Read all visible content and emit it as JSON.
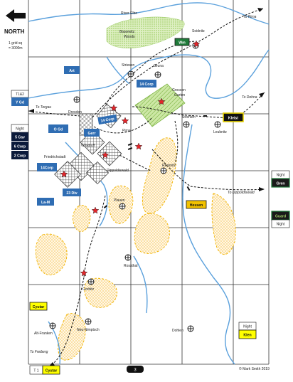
{
  "header": {
    "orientation": "NORTH",
    "scale_line1": "1 grid sq",
    "scale_line2": "= 3000m"
  },
  "places": {
    "river_elbe": "River Elbe",
    "blasewitz": "Blasewitz",
    "woods": "Woods",
    "to_pirna": "To Pirna",
    "soidnitz": "Soidnitz",
    "striesen": "Striesen",
    "gruna": "Gruna",
    "grossen": "Grossen",
    "garten": "Garten",
    "to_dohna": "To Dohna",
    "to_torgau": "To Torgau",
    "dresden": "Dresden",
    "strehlen": "Strehlen",
    "leubnitz": "Leubnitz",
    "pirna_rd": "Pirna",
    "wilsdruff": "Wilsdruff",
    "friedrichstadt": "Friedrichstadt",
    "dippoldiswald": "Dippoldiswald",
    "racknitz": "Racknitz",
    "to_dippoldiswald": "To Dippoldiswald",
    "plauen": "Plauen",
    "gorbitz": "Gorbitz",
    "rossthal": "Rossthal",
    "neu_nimptsch": "Neu-Nimptsch",
    "alt_franken": "Alt-Franken",
    "dohlen": "Dohlen",
    "to_freiberg": "To Freiberg",
    "credit": "© Mark Smith 2019",
    "page_no": "3"
  },
  "units": {
    "wm": "Wm",
    "art": "Art",
    "corp14a": "14 Corp",
    "yg": "Y Gd",
    "og": "O Gd",
    "gerr": "Gerr",
    "corp14b": "14 Corp",
    "cav5": "5 Cav",
    "corp6": "6 Corp",
    "corp2": "2 Corp",
    "corp14c": "14Corp",
    "div23": "23 Div",
    "lam": "La-M",
    "kleist": "Kleist",
    "hessen": "Hessen",
    "gren": "Gren",
    "guard": "Guard",
    "cyutar_a": "Cyutar",
    "cyutar_b": "Cyutar",
    "klen": "Klen"
  },
  "turn_markers": {
    "t1and2": "T1&2",
    "night_left": "Night",
    "night_right_top": "Night",
    "night_right_bottom": "Night",
    "night_lower_right": "Night",
    "t1": "T 1"
  },
  "colors": {
    "french_blue": "#2f6db3",
    "river": "#5aa0dc",
    "woods_green": "#8bc34a",
    "marsh_orange": "#f2b400",
    "saxon_yellow": "#ffff00",
    "prussian_green": "#1f7a3a",
    "star_red": "#e3262b"
  }
}
